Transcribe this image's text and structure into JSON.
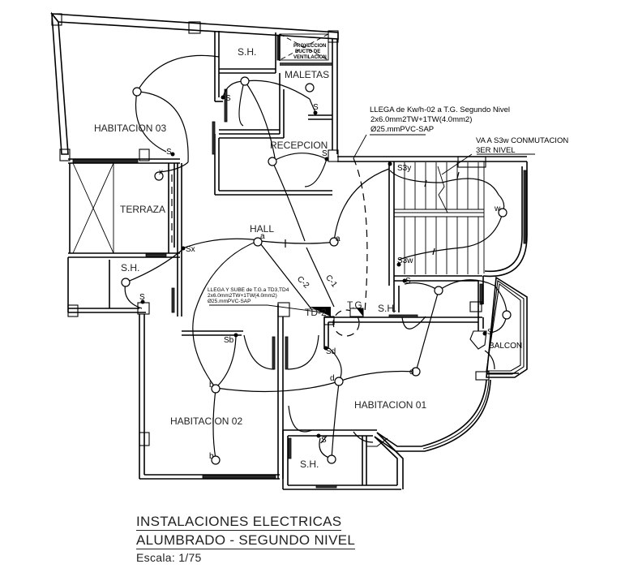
{
  "title_block": {
    "line1": "INSTALACIONES ELECTRICAS",
    "line2": "ALUMBRADO - SEGUNDO NIVEL",
    "scale": "Escala: 1/75"
  },
  "rooms": {
    "habitacion03": "HABITACION 03",
    "sh_top": "S.H.",
    "maletas": "MALETAS",
    "recepcion": "RECEPCION",
    "terraza": "TERRAZA",
    "hall": "HALL",
    "sh_left": "S.H.",
    "sh_mid": "S.H.",
    "balcon": "BALCON",
    "habitacion02": "HABITACION 02",
    "habitacion01": "HABITACION 01",
    "sh_bottom": "S.H."
  },
  "duct_note": {
    "line1": "PROYECCION",
    "line2": "DUCTO DE",
    "line3": "VENTILACION"
  },
  "annotations": {
    "feed_tg": {
      "line1": "LLEGA de Kw/h-02 a T.G. Segundo Nivel",
      "line2": "2x6.0mm2TW+1TW(4.0mm2)",
      "line3": "Ø25.mmPVC-SAP"
    },
    "s3w_note": {
      "line1": "VA A S3w CONMUTACION",
      "line2": "3ER NIVEL"
    },
    "feed_td": {
      "line1": "LLEGA Y SUBE de T.G.a TD3,TD4",
      "line2": "2x6.0mm2TW+1TW(4.0mm2)",
      "line3": "Ø25.mmPVC-SAP"
    }
  },
  "panels": {
    "td2": "TD-2",
    "tg": "T.G"
  },
  "circuits": {
    "c1": "C-1",
    "c2": "C-2"
  },
  "switch_labels": {
    "s": "S",
    "sx": "Sx",
    "sb": "Sb",
    "sd": "Sd",
    "s3y": "S3y",
    "s3w": "S3w"
  },
  "lamp_labels": {
    "a": "a",
    "b": "b",
    "d": "d",
    "x": "x",
    "w": "w"
  }
}
